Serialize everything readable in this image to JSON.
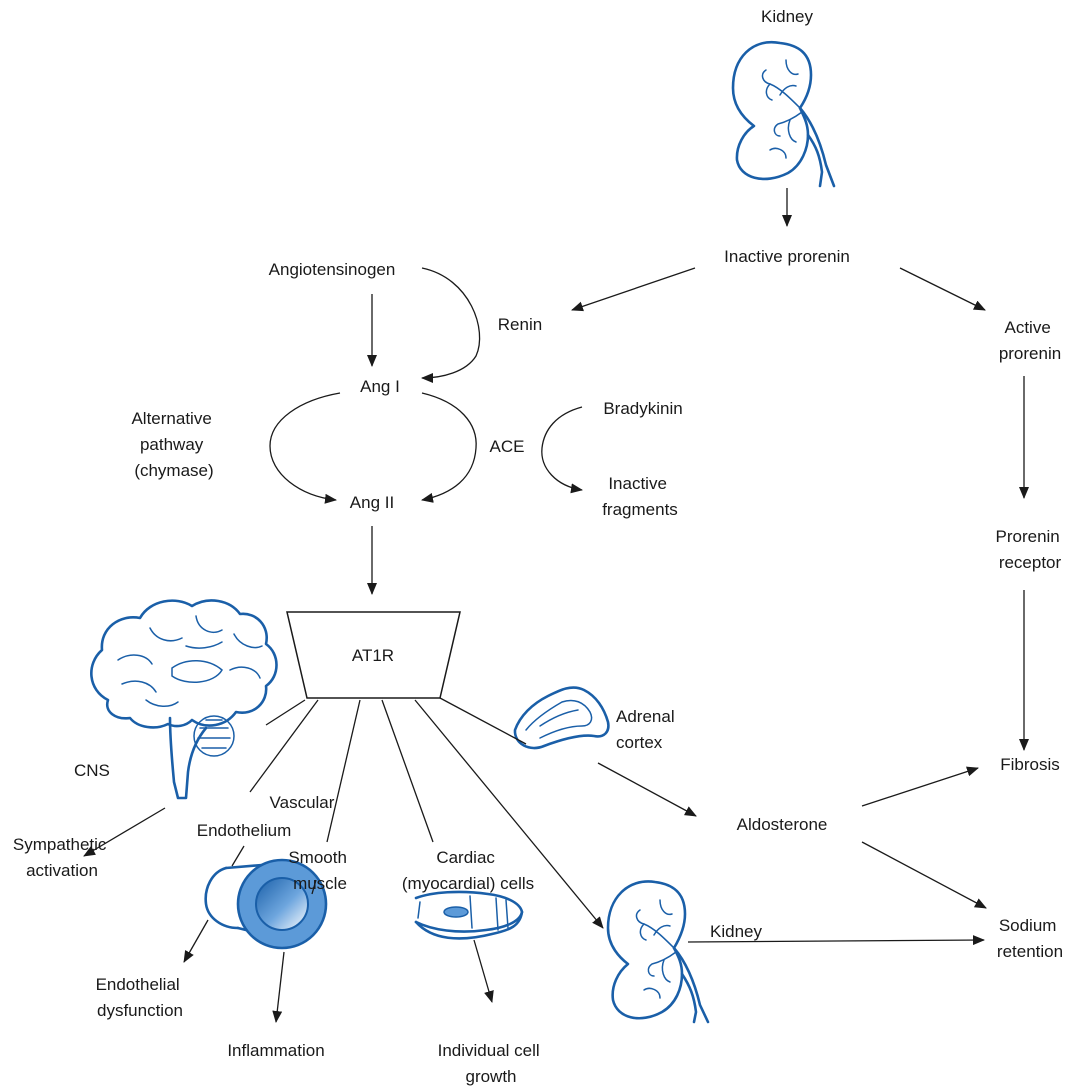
{
  "colors": {
    "ink": "#1a1a1a",
    "organ": "#1a5fa8",
    "organ_fill": "#5c9ad8"
  },
  "icons": [
    "kidney-icon",
    "brain-icon",
    "adrenal-gland-icon",
    "blood-vessel-icon",
    "cardiac-cell-icon"
  ],
  "labels": {
    "kidney_top": "Kidney",
    "inactive_prorenin": "Inactive prorenin",
    "angiotensinogen": "Angiotensinogen",
    "renin": "Renin",
    "active_prorenin": [
      "Active",
      "prorenin"
    ],
    "ang1": "Ang I",
    "alt_pathway": [
      "Alternative",
      "pathway",
      "(chymase)"
    ],
    "ace": "ACE",
    "bradykinin": "Bradykinin",
    "inactive_fragments": [
      "Inactive",
      "fragments"
    ],
    "ang2": "Ang II",
    "prorenin_receptor": [
      "Prorenin",
      "receptor"
    ],
    "at1r": "AT1R",
    "adrenal_cortex": [
      "Adrenal",
      "cortex"
    ],
    "cns": "CNS",
    "fibrosis": "Fibrosis",
    "vascular": "Vascular",
    "endothelium": "Endothelium",
    "aldosterone": "Aldosterone",
    "sympathetic_activation": [
      "Sympathetic",
      "activation"
    ],
    "smooth_muscle": [
      "Smooth",
      "muscle"
    ],
    "cardiac_cells": [
      "Cardiac",
      "(myocardial) cells"
    ],
    "sodium_retention": [
      "Sodium",
      "retention"
    ],
    "kidney_bottom": "Kidney",
    "endothelial_dysfunction": [
      "Endothelial",
      "dysfunction"
    ],
    "inflammation": "Inflammation",
    "individual_cell_growth": [
      "Individual cell",
      "growth"
    ]
  }
}
